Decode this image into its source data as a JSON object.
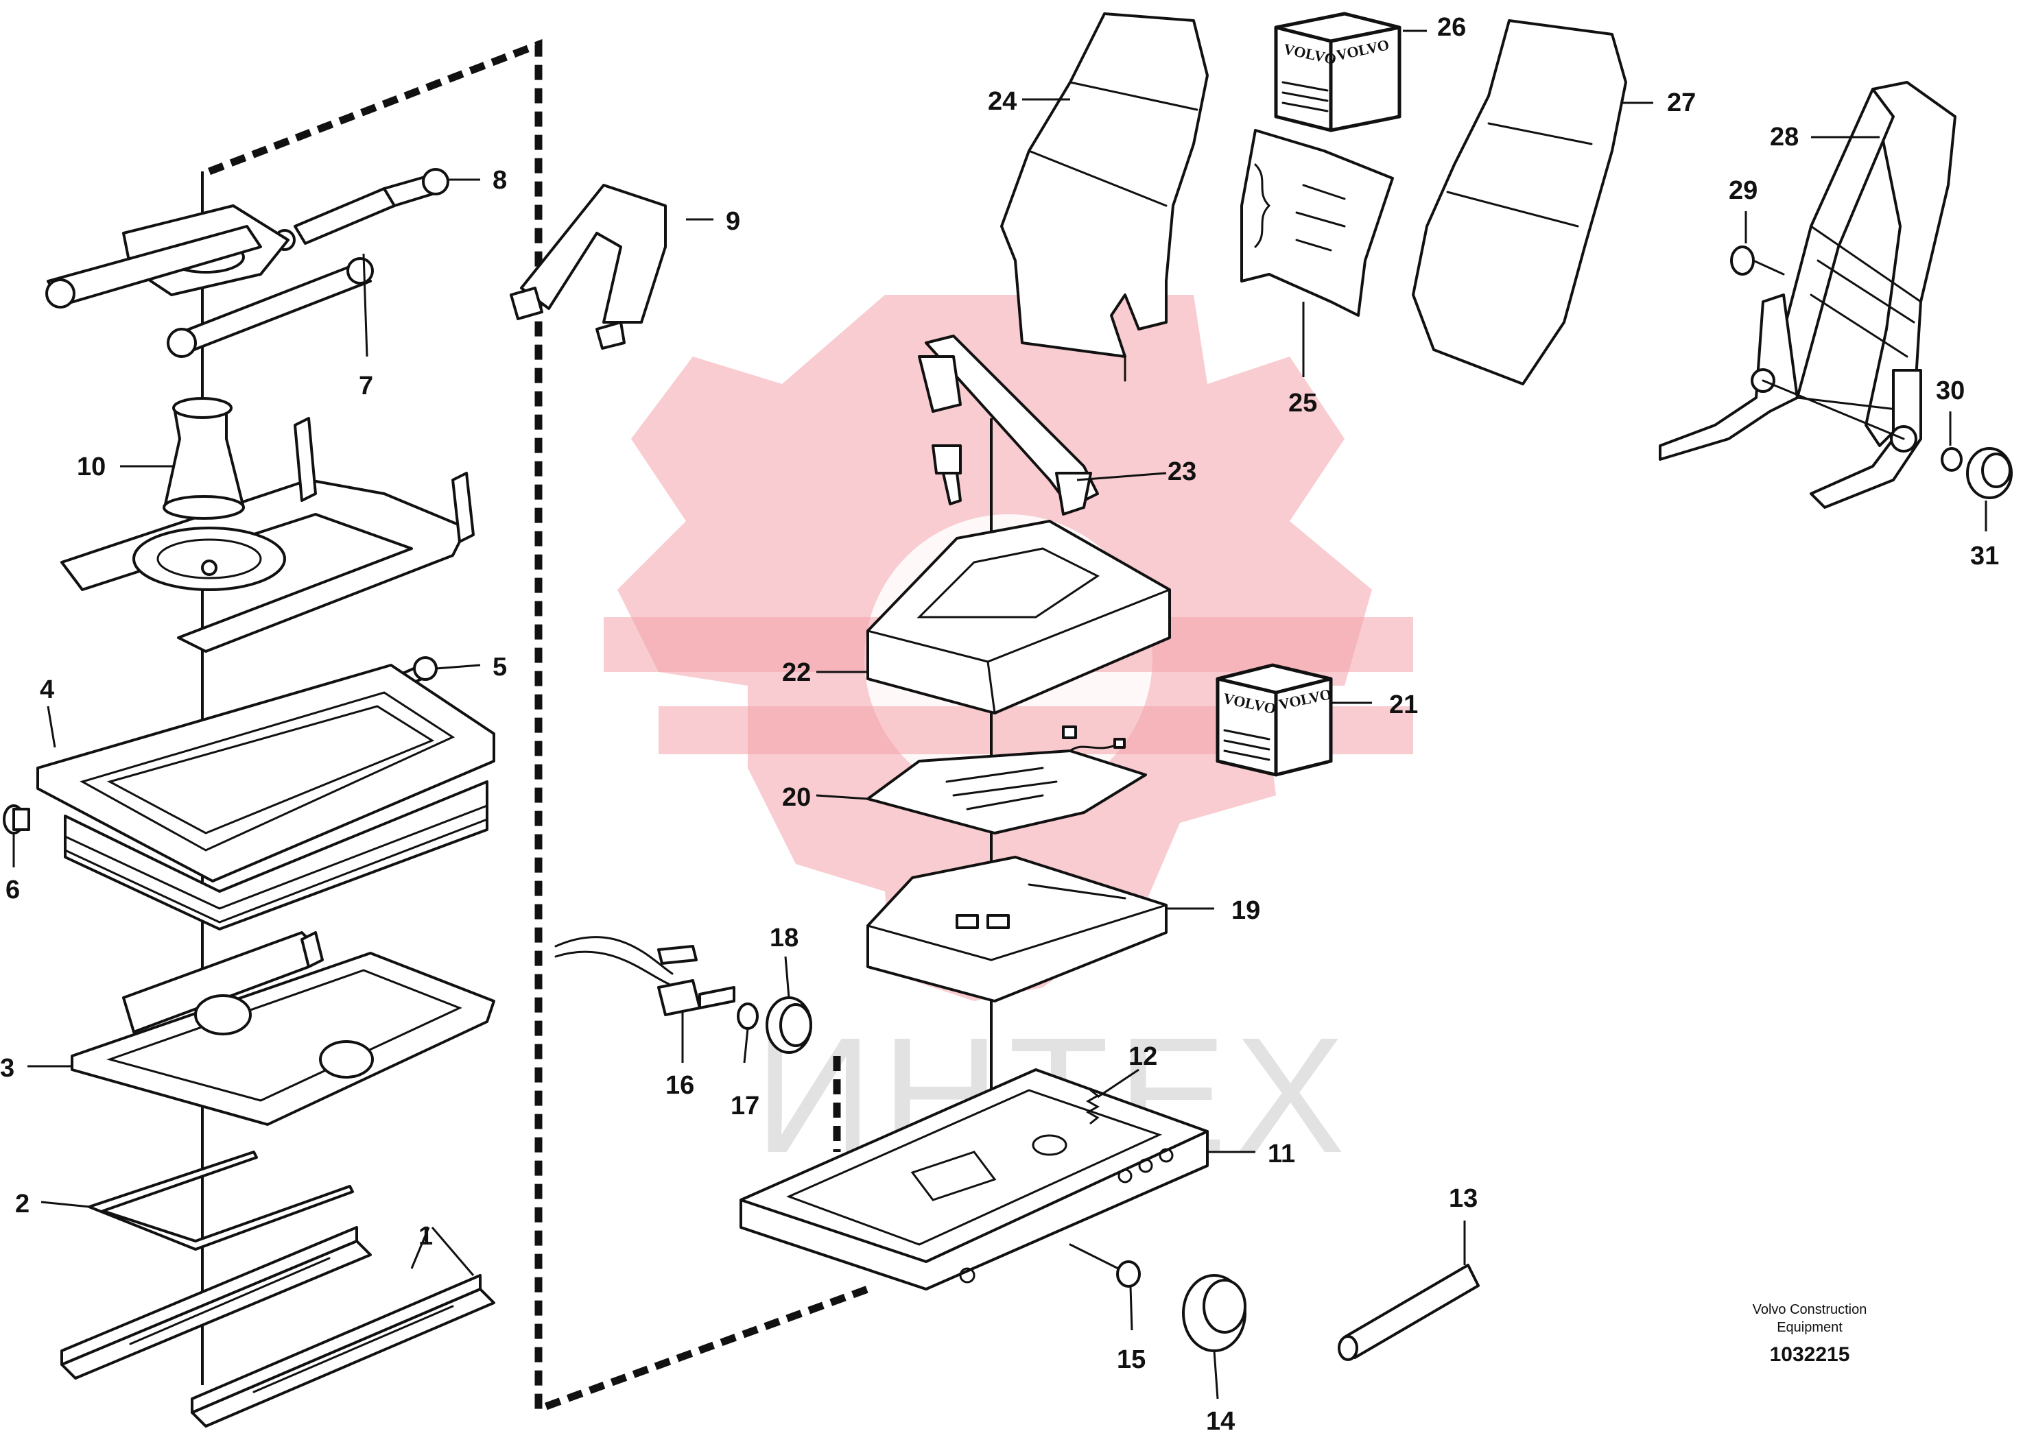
{
  "diagram": {
    "watermark_text": "ИНТЕХ",
    "labels": [
      {
        "id": "1",
        "text": "1"
      },
      {
        "id": "2",
        "text": "2"
      },
      {
        "id": "3",
        "text": "3"
      },
      {
        "id": "4",
        "text": "4"
      },
      {
        "id": "5",
        "text": "5"
      },
      {
        "id": "6",
        "text": "6"
      },
      {
        "id": "7",
        "text": "7"
      },
      {
        "id": "8",
        "text": "8"
      },
      {
        "id": "9",
        "text": "9"
      },
      {
        "id": "10",
        "text": "10"
      },
      {
        "id": "11",
        "text": "11"
      },
      {
        "id": "12",
        "text": "12"
      },
      {
        "id": "13",
        "text": "13"
      },
      {
        "id": "14",
        "text": "14"
      },
      {
        "id": "15",
        "text": "15"
      },
      {
        "id": "16",
        "text": "16"
      },
      {
        "id": "17",
        "text": "17"
      },
      {
        "id": "18",
        "text": "18"
      },
      {
        "id": "19",
        "text": "19"
      },
      {
        "id": "20",
        "text": "20"
      },
      {
        "id": "21",
        "text": "21"
      },
      {
        "id": "22",
        "text": "22"
      },
      {
        "id": "23",
        "text": "23"
      },
      {
        "id": "24",
        "text": "24"
      },
      {
        "id": "25",
        "text": "25"
      },
      {
        "id": "26",
        "text": "26"
      },
      {
        "id": "27",
        "text": "27"
      },
      {
        "id": "28",
        "text": "28"
      },
      {
        "id": "29",
        "text": "29"
      },
      {
        "id": "30",
        "text": "30"
      },
      {
        "id": "31",
        "text": "31"
      }
    ],
    "box_brand": "VOLVO",
    "footer": {
      "line1": "Volvo Construction",
      "line2": "Equipment",
      "number": "1032215"
    }
  }
}
